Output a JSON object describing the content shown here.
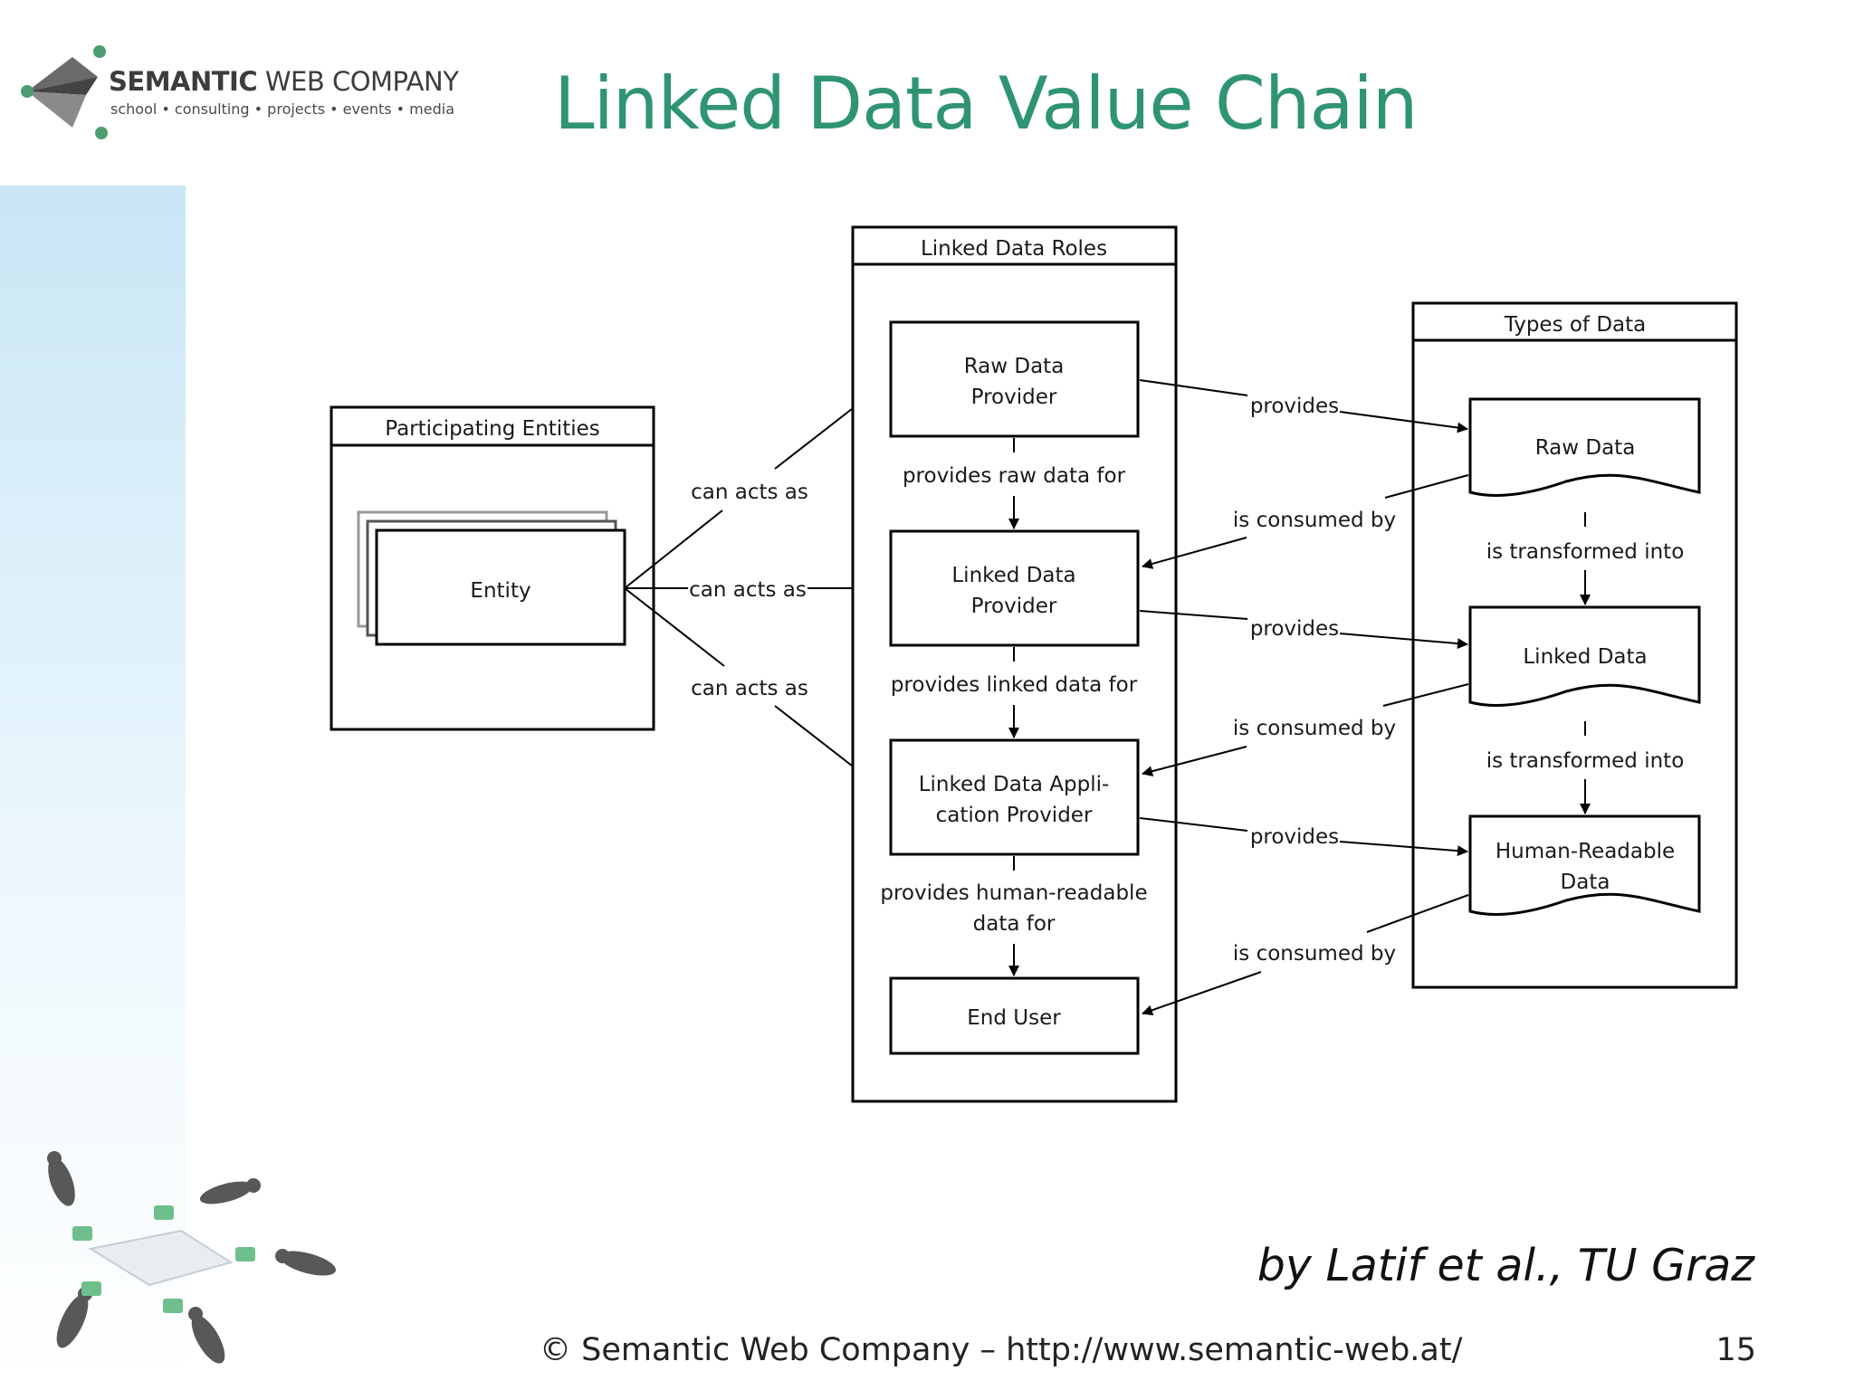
{
  "logo": {
    "name_bold": "SEMANTIC",
    "name_rest": " WEB COMPANY",
    "tagline": "school • consulting • projects • events • media"
  },
  "title": "Linked Data Value Chain",
  "diagram": {
    "participating": {
      "header": "Participating Entities",
      "entity": "Entity",
      "can_acts_as": "can acts as"
    },
    "roles": {
      "header": "Linked Data Roles",
      "raw_provider": [
        "Raw Data",
        "Provider"
      ],
      "ld_provider": [
        "Linked Data",
        "Provider"
      ],
      "app_provider": [
        "Linked Data Appli-",
        "cation Provider"
      ],
      "end_user": "End User",
      "link_raw": "provides raw data for",
      "link_linked": "provides linked data for",
      "link_human": [
        "provides human-readable",
        "data for"
      ]
    },
    "types": {
      "header": "Types of Data",
      "raw": "Raw Data",
      "linked": "Linked Data",
      "human": [
        "Human-Readable",
        "Data"
      ],
      "transformed": "is transformed into"
    },
    "provides": "provides",
    "consumed": "is consumed by"
  },
  "credit": "by Latif et al., TU Graz",
  "footer": "© Semantic Web Company – http://www.semantic-web.at/",
  "page_number": "15"
}
